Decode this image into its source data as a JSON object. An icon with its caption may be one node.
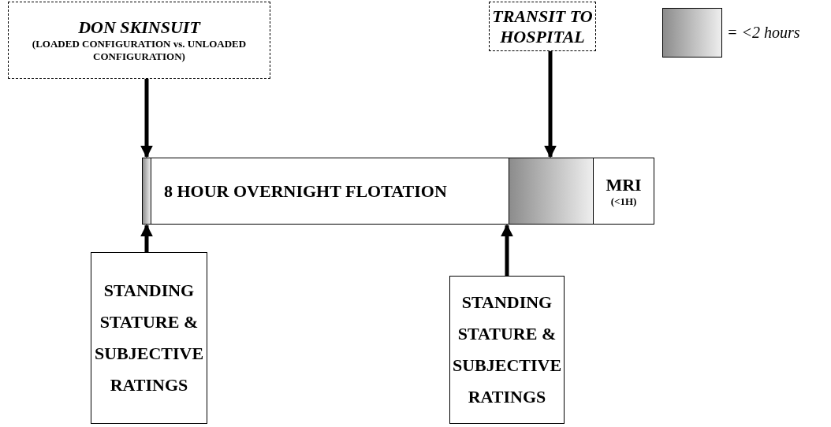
{
  "diagram": {
    "nodes": [
      {
        "text": [
          "DON SKINSUIT",
          "(LOADED CONFIGURATION vs. UNLOADED CONFIGURATION)"
        ]
      },
      {
        "text": [
          "TRANSIT TO HOSPITAL"
        ]
      },
      {
        "text": [],
        "shape": "bar"
      },
      {
        "text": [
          "8 HOUR OVERNIGHT FLOTATION"
        ]
      },
      {
        "text": [],
        "shape": "bar"
      },
      {
        "text": [
          "MRI",
          "(<1H)"
        ]
      },
      {
        "text": [
          "STANDING STATURE & SUBJECTIVE RATINGS"
        ]
      },
      {
        "text": [
          "STANDING STATURE & SUBJECTIVE RATINGS"
        ]
      }
    ],
    "edges": [
      {
        "from": 0,
        "to": 2,
        "arrow": "to"
      },
      {
        "from": 1,
        "to": 4,
        "arrow": "to"
      },
      {
        "from": 6,
        "to": 2,
        "arrow": "to"
      },
      {
        "from": 7,
        "to": 4,
        "arrow": "to"
      }
    ],
    "legend": [
      {
        "text": "= <2 hours",
        "color": "#8c8c8c"
      }
    ]
  }
}
